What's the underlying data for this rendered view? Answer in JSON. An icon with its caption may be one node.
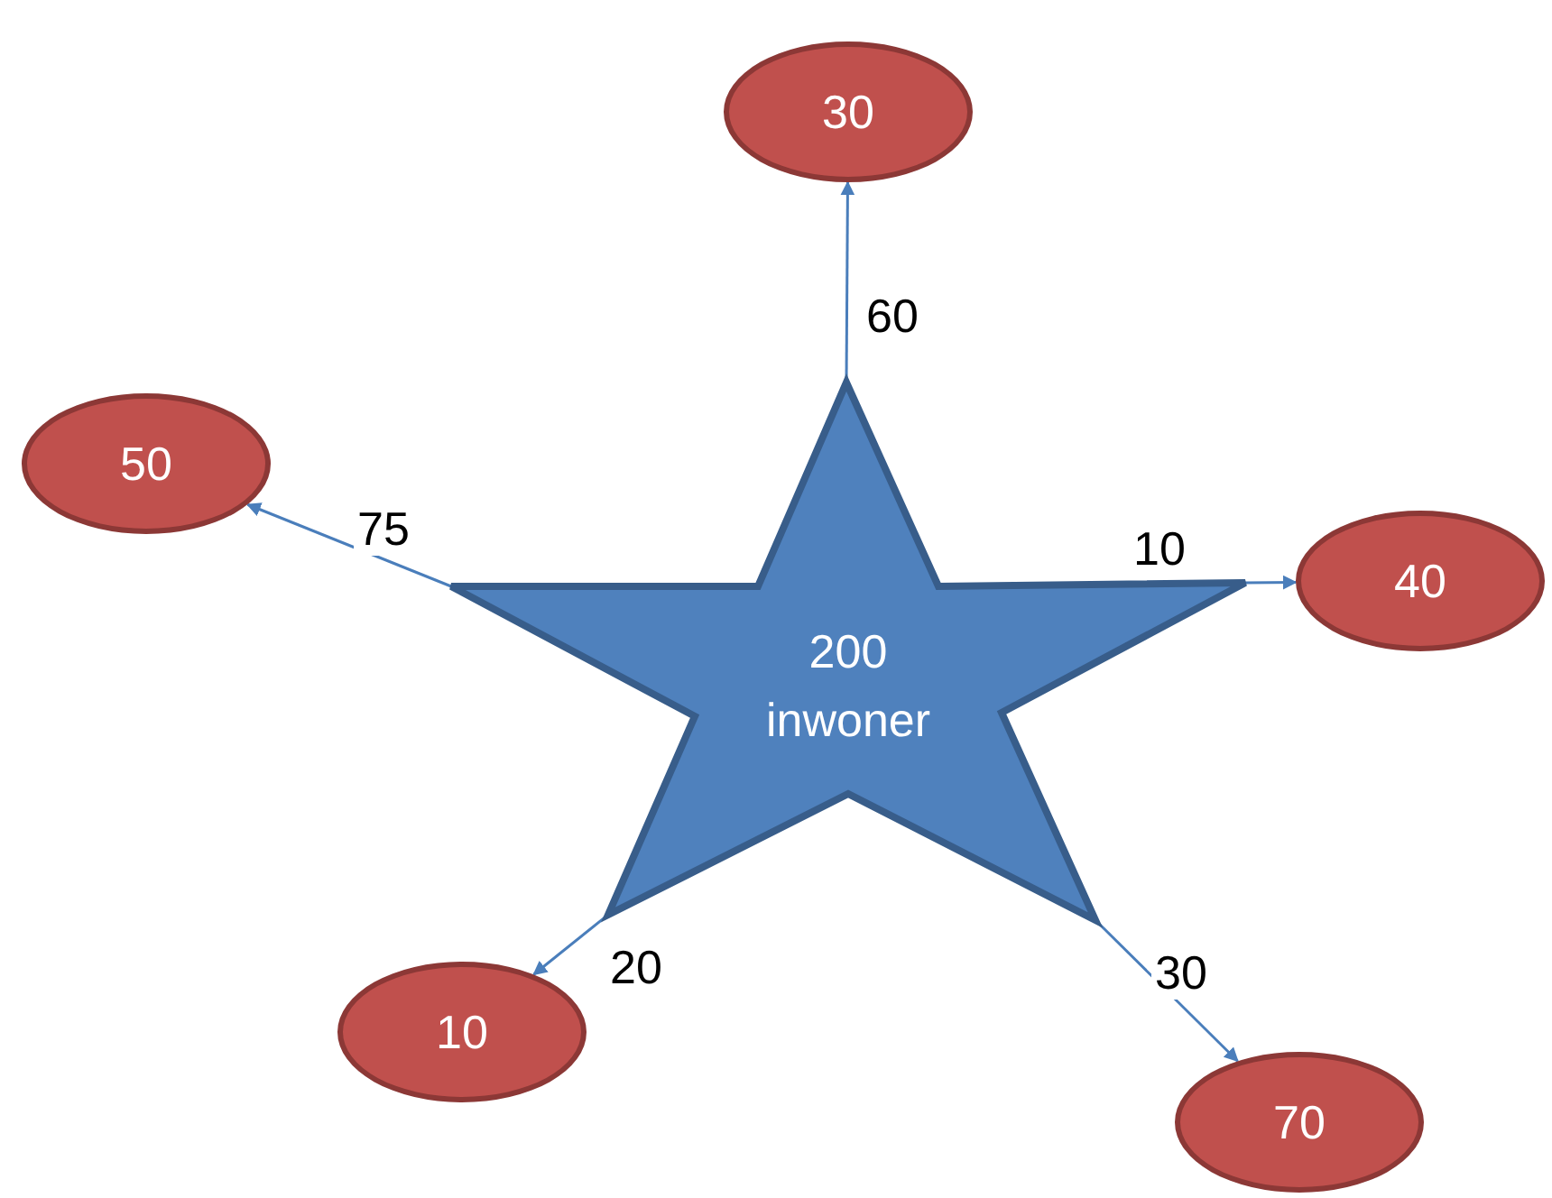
{
  "diagram": {
    "nodes": [
      {
        "text": [
          "30"
        ]
      },
      {
        "text": [
          "50"
        ]
      },
      {
        "text": [
          "200 inwoner"
        ]
      },
      {
        "text": [
          "40"
        ]
      },
      {
        "text": [
          "10"
        ]
      },
      {
        "text": [
          "70"
        ]
      }
    ],
    "edges": [
      {
        "from": 2,
        "to": 0,
        "arrow": "to",
        "label": "60"
      },
      {
        "from": 2,
        "to": 1,
        "arrow": "to",
        "label": "75"
      },
      {
        "from": 2,
        "to": 3,
        "arrow": "to",
        "label": "10"
      },
      {
        "from": 2,
        "to": 4,
        "arrow": "to",
        "label": "20"
      },
      {
        "from": 2,
        "to": 5,
        "arrow": "to",
        "label": "30"
      }
    ]
  }
}
